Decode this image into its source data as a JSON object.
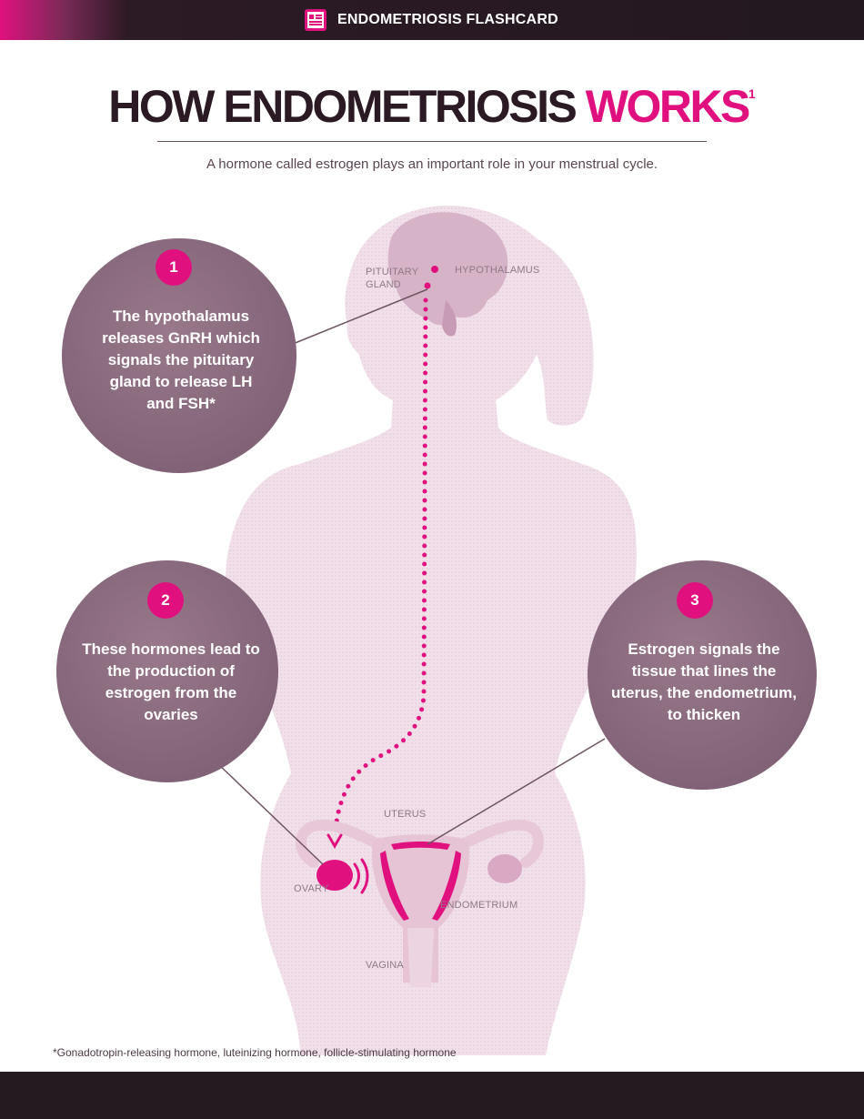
{
  "header": {
    "title": "ENDOMETRIOSIS FLASHCARD",
    "icon": "flashcard-icon"
  },
  "headline": {
    "text_main": "HOW ENDOMETRIOSIS ",
    "text_accent": "WORKS",
    "footnote_ref": "1"
  },
  "subtitle": "A hormone called estrogen plays an important role in your menstrual cycle.",
  "steps": [
    {
      "number": "1",
      "text": "The hypothalamus releases GnRH which signals the pituitary gland to release LH and FSH*"
    },
    {
      "number": "2",
      "text": "These hormones lead to the production of estrogen from the ovaries"
    },
    {
      "number": "3",
      "text": "Estrogen signals the tissue that lines the uterus, the endometrium, to thicken"
    }
  ],
  "labels": {
    "pituitary": "PITUITARY GLAND",
    "hypothalamus": "HYPOTHALAMUS",
    "uterus": "UTERUS",
    "ovary": "OVARY",
    "endometrium": "ENDOMETRIUM",
    "vagina": "VAGINA"
  },
  "footnote": "*Gonadotropin-releasing hormone, luteinizing hormone, follicle-stimulating hormone",
  "colors": {
    "accent": "#e0117f",
    "dark": "#2b1a24",
    "bubble": "#86667a",
    "silhouette": "#f1dde8"
  }
}
